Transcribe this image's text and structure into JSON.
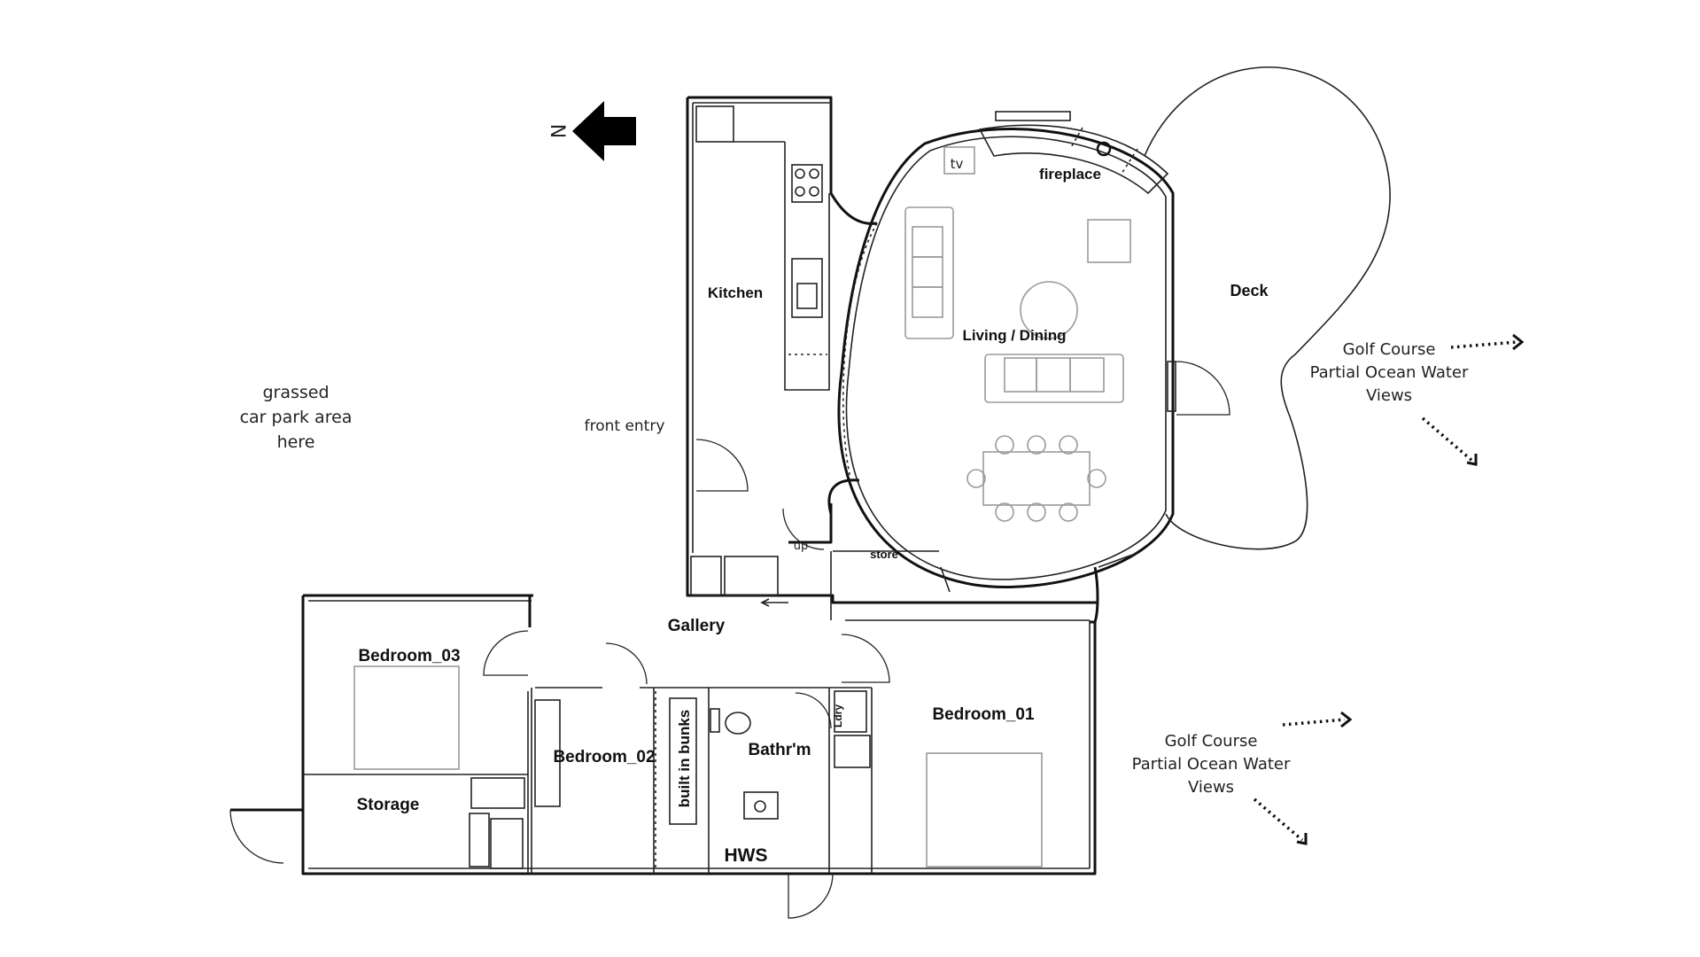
{
  "compass": {
    "north_label": "N"
  },
  "rooms": {
    "kitchen": "Kitchen",
    "living_dining": "Living / Dining",
    "tv": "tv",
    "fireplace": "fireplace",
    "deck": "Deck",
    "store": "store",
    "up": "up",
    "gallery": "Gallery",
    "bedroom_03": "Bedroom_03",
    "storage": "Storage",
    "bedroom_02": "Bedroom_02",
    "built_in_bunks": "built in bunks",
    "bathroom": "Bathr'm",
    "laundry": "Ldry",
    "hws": "HWS",
    "bedroom_01": "Bedroom_01"
  },
  "notes": {
    "car_park": [
      "grassed",
      "car park area",
      "here"
    ],
    "front_entry": "front entry",
    "view_upper": [
      "Golf Course",
      "Partial Ocean Water",
      "Views"
    ],
    "view_lower": [
      "Golf Course",
      "Partial Ocean Water",
      "Views"
    ]
  }
}
